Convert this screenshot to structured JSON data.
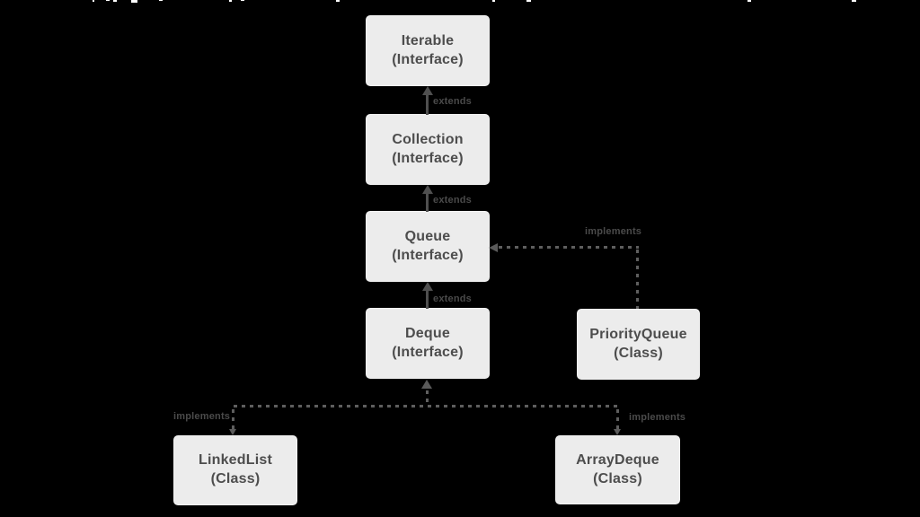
{
  "diagram": {
    "nodes": [
      {
        "id": "iterable",
        "title": "Iterable",
        "subtitle": "(Interface)"
      },
      {
        "id": "collection",
        "title": "Collection",
        "subtitle": "(Interface)"
      },
      {
        "id": "queue",
        "title": "Queue",
        "subtitle": "(Interface)"
      },
      {
        "id": "deque",
        "title": "Deque",
        "subtitle": "(Interface)"
      },
      {
        "id": "priorityqueue",
        "title": "PriorityQueue",
        "subtitle": "(Class)"
      },
      {
        "id": "linkedlist",
        "title": "LinkedList",
        "subtitle": "(Class)"
      },
      {
        "id": "arraydeque",
        "title": "ArrayDeque",
        "subtitle": "(Class)"
      }
    ],
    "edges": [
      {
        "from": "Collection",
        "to": "Iterable",
        "label": "extends",
        "style": "solid"
      },
      {
        "from": "Queue",
        "to": "Collection",
        "label": "extends",
        "style": "solid"
      },
      {
        "from": "Deque",
        "to": "Queue",
        "label": "extends",
        "style": "solid"
      },
      {
        "from": "PriorityQueue",
        "to": "Queue",
        "label": "implements",
        "style": "dotted"
      },
      {
        "from": "LinkedList",
        "to": "Deque",
        "label": "implements",
        "style": "dotted"
      },
      {
        "from": "ArrayDeque",
        "to": "Deque",
        "label": "implements",
        "style": "dotted"
      }
    ],
    "colors": {
      "background": "#000000",
      "node_fill": "#ececec",
      "node_text": "#4d4d4d",
      "edge": "#555555"
    }
  }
}
